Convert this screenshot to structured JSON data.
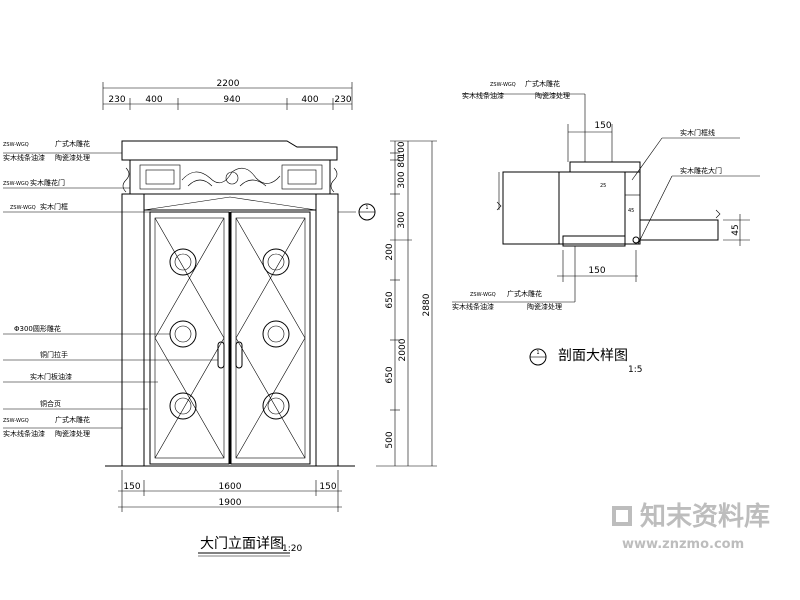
{
  "elevation": {
    "title": "大门立面详图",
    "scale": "1:20",
    "top_dims": {
      "total": "2200",
      "segments": [
        "230",
        "400",
        "940",
        "400",
        "230"
      ]
    },
    "bottom_dims": {
      "total": "1900",
      "segments": [
        "150",
        "1600",
        "150"
      ]
    },
    "right_dims": {
      "total": "2880",
      "door_height": "2000",
      "segments": [
        "100",
        "80",
        "300",
        "300",
        "200",
        "650",
        "650",
        "500"
      ]
    },
    "callouts_left": [
      {
        "small": "ZSW-WGQ",
        "main": "广式木雕花",
        "sub1": "实木线条油漆",
        "sub2": "陶瓷漆处理"
      },
      {
        "small": "ZSW-WGQ",
        "main": "实木雕花门"
      },
      {
        "small": "ZSW-WGQ",
        "main": "实木门框"
      },
      {
        "small": "",
        "main": "Φ300圆形雕花"
      },
      {
        "small": "",
        "main": "铜门拉手"
      },
      {
        "small": "",
        "main": "实木门板油漆"
      },
      {
        "small": "",
        "main": "铜合页"
      },
      {
        "small": "ZSW-WGQ",
        "main": "广式木雕花",
        "sub1": "实木线条油漆",
        "sub2": "陶瓷漆处理"
      }
    ],
    "section_marker": "1"
  },
  "section": {
    "title": "剖面大样图",
    "scale": "1:5",
    "marker": "1",
    "dims": {
      "top_width": "150",
      "bottom_width": "150",
      "right_height": "45",
      "inner_small": "45",
      "inner_mid": "25"
    },
    "callouts": [
      {
        "small": "ZSW-WGQ",
        "main": "广式木雕花",
        "sub1": "实木线条油漆",
        "sub2": "陶瓷漆处理"
      },
      {
        "small": "",
        "main": "实木门框线"
      },
      {
        "small": "",
        "main": "实木雕花大门"
      },
      {
        "small": "ZSW-WGQ",
        "main": "广式木雕花",
        "sub1": "实木线条油漆",
        "sub2": "陶瓷漆处理"
      }
    ]
  },
  "watermark": {
    "brand": "知末资料库",
    "url": "www.znzmo.com"
  },
  "colors": {
    "ink": "#000000",
    "watermark": "#bdbdbd",
    "background": "#ffffff"
  }
}
